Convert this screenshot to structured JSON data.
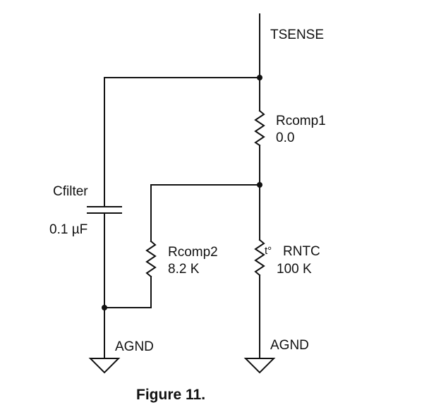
{
  "nets": {
    "top": "TSENSE",
    "gnd_left": "AGND",
    "gnd_right": "AGND"
  },
  "components": {
    "rcomp1": {
      "name": "Rcomp1",
      "value": "0.0"
    },
    "rcomp2": {
      "name": "Rcomp2",
      "value": "8.2 K"
    },
    "rntc": {
      "name": "RNTC",
      "value": "100 K",
      "symbol": "t°"
    },
    "cfilter": {
      "name": "Cfilter",
      "value": "0.1 µF"
    }
  },
  "caption": "Figure 11."
}
